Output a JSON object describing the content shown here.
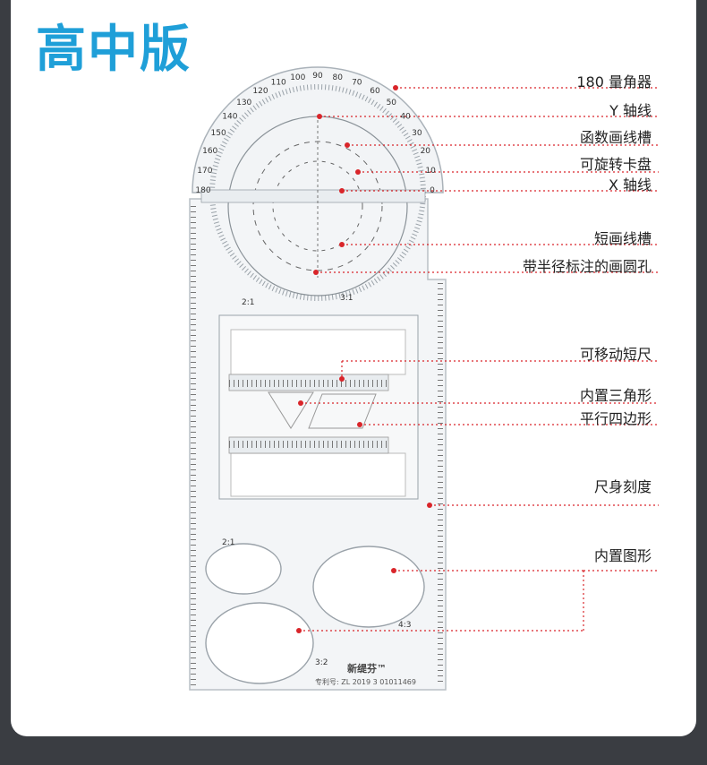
{
  "title": "高中版",
  "labels": [
    {
      "text": "180 量角器"
    },
    {
      "text": "Y 轴线"
    },
    {
      "text": "函数画线槽"
    },
    {
      "text": "可旋转卡盘"
    },
    {
      "text": "X 轴线"
    },
    {
      "text": "短画线槽"
    },
    {
      "text": "带半径标注的画圆孔"
    },
    {
      "text": "可移动短尺"
    },
    {
      "text": "内置三角形"
    },
    {
      "text": "平行四边形"
    },
    {
      "text": "尺身刻度"
    },
    {
      "text": "内置图形"
    }
  ],
  "brand": "新缇芬™",
  "patent": "专利号: ZL 2019 3 01011469",
  "protractor_ticks": [
    "180",
    "170",
    "160",
    "150",
    "140",
    "130",
    "120",
    "110",
    "100",
    "90",
    "80",
    "70",
    "60",
    "50",
    "40",
    "30",
    "20",
    "10",
    "0"
  ],
  "ratios": [
    "2:1",
    "4:3",
    "3:2",
    "2:1",
    "3:1"
  ],
  "colors": {
    "accent": "#1f9fd8",
    "marker": "#d9252a",
    "background": "#3a3d42"
  }
}
